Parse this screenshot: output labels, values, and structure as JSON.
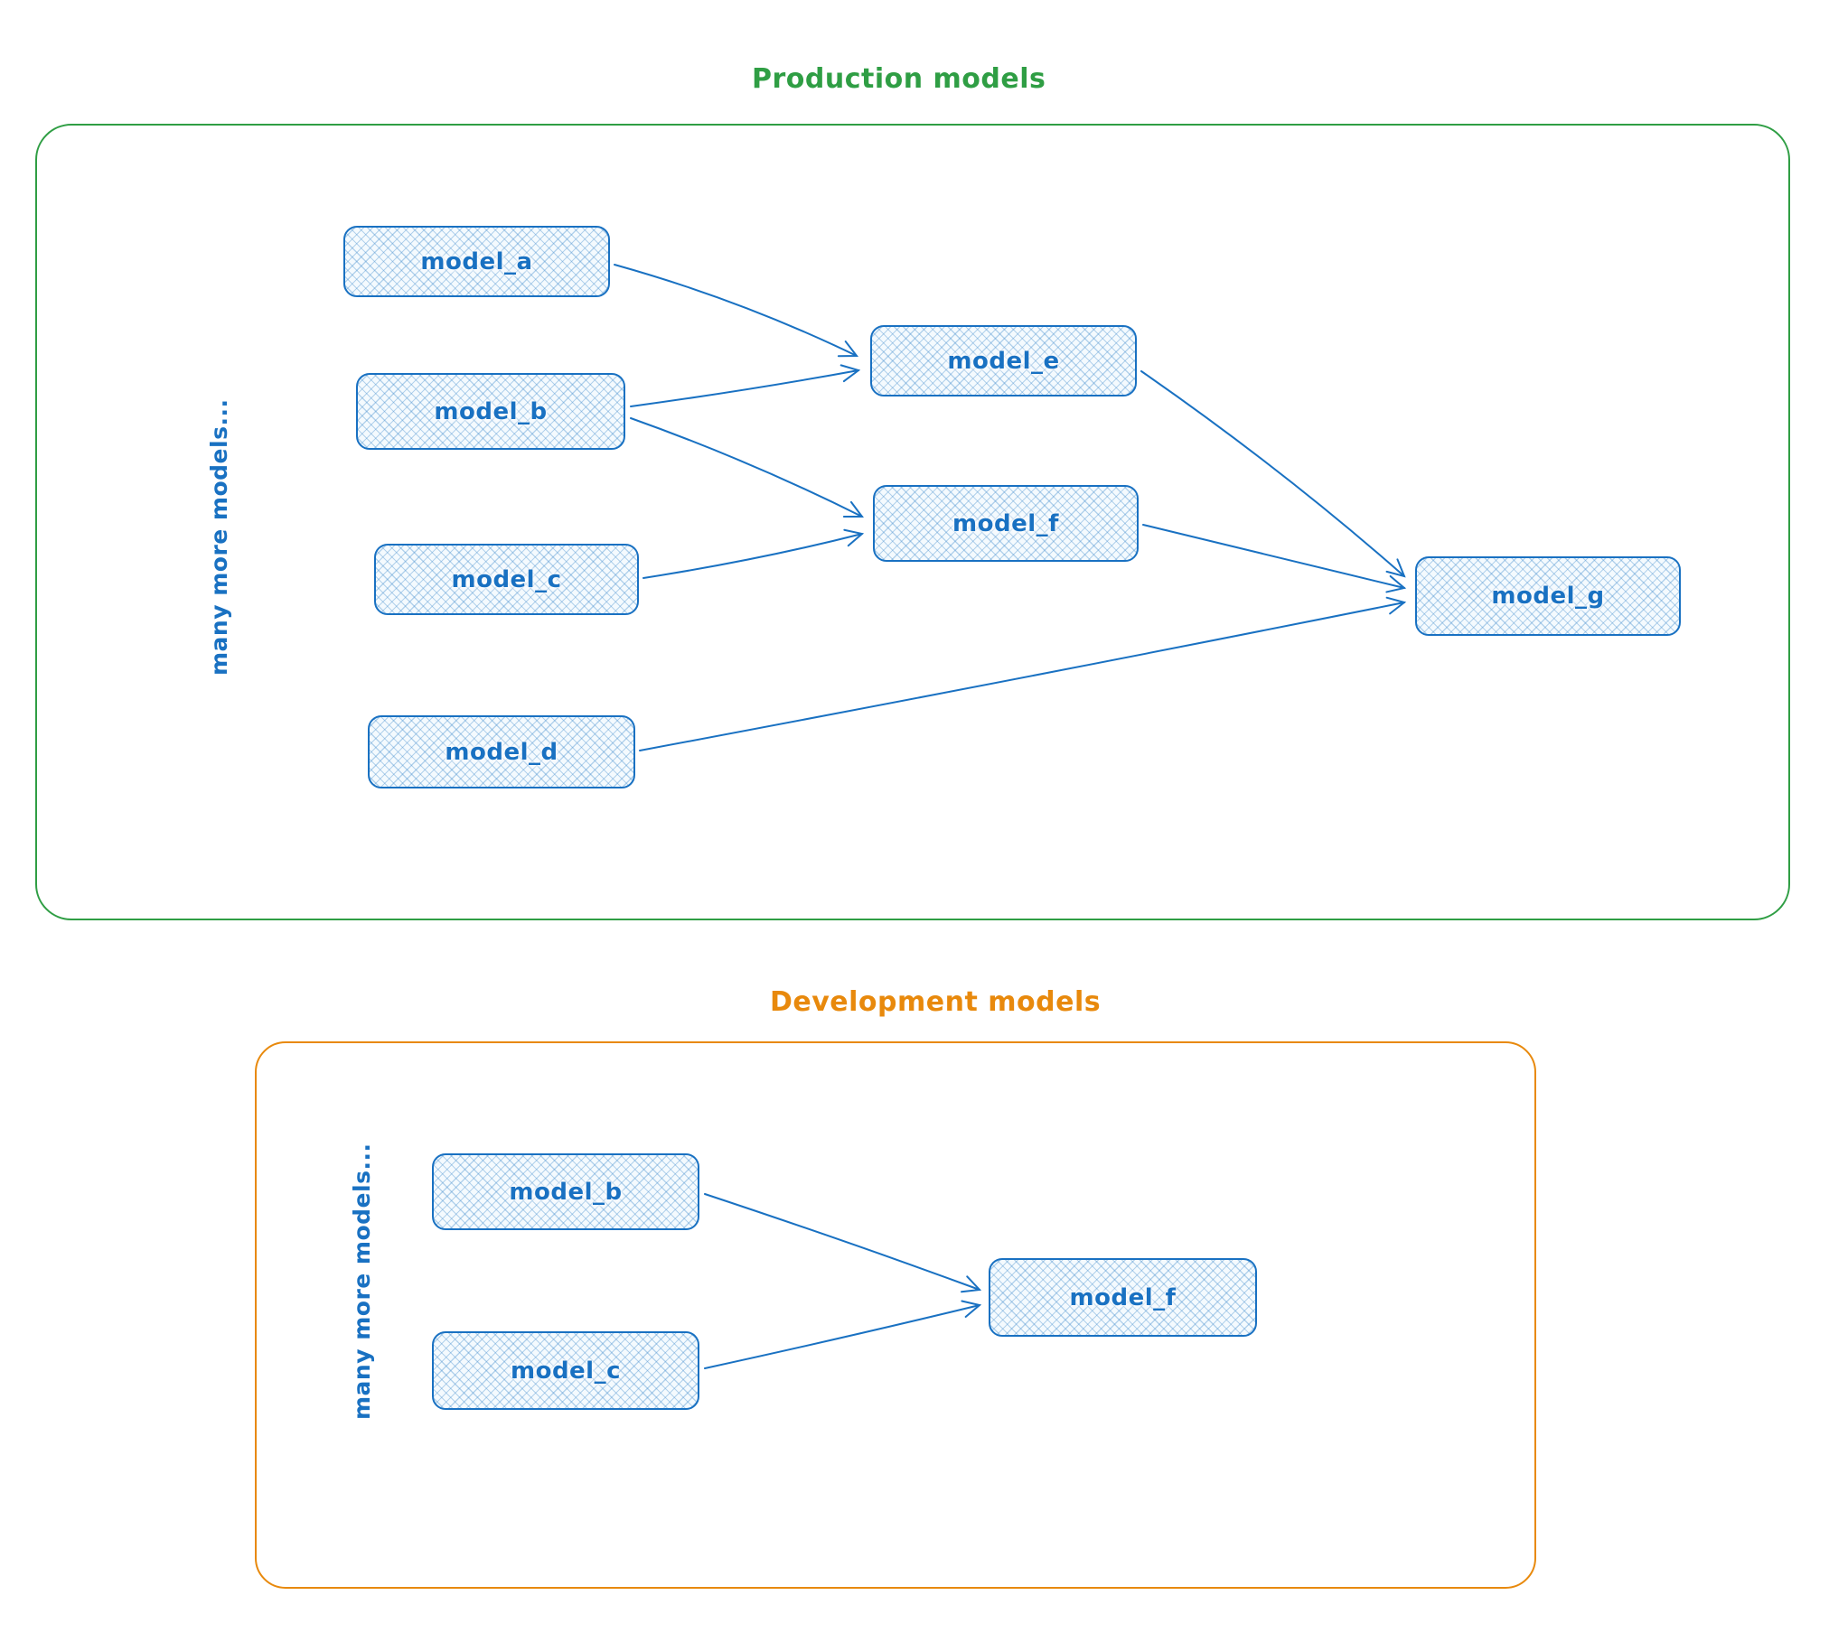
{
  "production": {
    "title": "Production models",
    "side_label": "many more models...",
    "accent_color": "#2f9e44",
    "nodes": {
      "a": {
        "label": "model_a"
      },
      "b": {
        "label": "model_b"
      },
      "c": {
        "label": "model_c"
      },
      "d": {
        "label": "model_d"
      },
      "e": {
        "label": "model_e"
      },
      "f": {
        "label": "model_f"
      },
      "g": {
        "label": "model_g"
      }
    },
    "edges": [
      {
        "from": "model_a",
        "to": "model_e"
      },
      {
        "from": "model_b",
        "to": "model_e"
      },
      {
        "from": "model_b",
        "to": "model_f"
      },
      {
        "from": "model_c",
        "to": "model_f"
      },
      {
        "from": "model_e",
        "to": "model_g"
      },
      {
        "from": "model_f",
        "to": "model_g"
      },
      {
        "from": "model_d",
        "to": "model_g"
      }
    ]
  },
  "development": {
    "title": "Development models",
    "side_label": "many more models...",
    "accent_color": "#e8890c",
    "nodes": {
      "b": {
        "label": "model_b"
      },
      "c": {
        "label": "model_c"
      },
      "f": {
        "label": "model_f"
      }
    },
    "edges": [
      {
        "from": "model_b",
        "to": "model_f"
      },
      {
        "from": "model_c",
        "to": "model_f"
      }
    ]
  },
  "colors": {
    "node_stroke": "#1971c2",
    "node_fill_hatch": "#d9eafa",
    "arrow": "#1971c2",
    "production_border": "#2f9e44",
    "development_border": "#e8890c"
  }
}
